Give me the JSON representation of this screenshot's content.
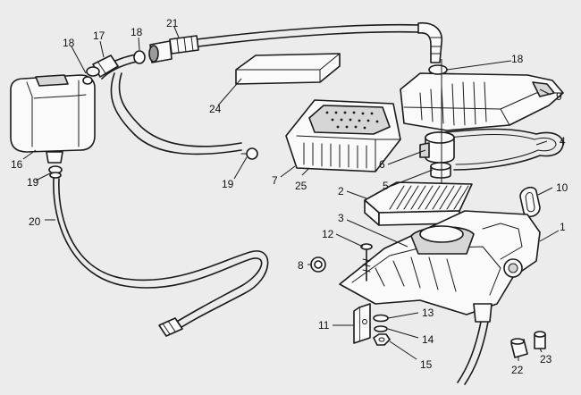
{
  "colors": {
    "background": "#ececec",
    "ink": "#1a1a1a"
  },
  "callouts": [
    {
      "id": "c1",
      "text": "1"
    },
    {
      "id": "c2",
      "text": "2"
    },
    {
      "id": "c3",
      "text": "3"
    },
    {
      "id": "c4",
      "text": "4"
    },
    {
      "id": "c5",
      "text": "5"
    },
    {
      "id": "c6",
      "text": "6"
    },
    {
      "id": "c7",
      "text": "7"
    },
    {
      "id": "c8",
      "text": "8"
    },
    {
      "id": "c9",
      "text": "9"
    },
    {
      "id": "c10",
      "text": "10"
    },
    {
      "id": "c11",
      "text": "11"
    },
    {
      "id": "c12",
      "text": "12"
    },
    {
      "id": "c13",
      "text": "13"
    },
    {
      "id": "c14",
      "text": "14"
    },
    {
      "id": "c15",
      "text": "15"
    },
    {
      "id": "c16",
      "text": "16"
    },
    {
      "id": "c17",
      "text": "17"
    },
    {
      "id": "c18a",
      "text": "18"
    },
    {
      "id": "c18b",
      "text": "18"
    },
    {
      "id": "c18c",
      "text": "18"
    },
    {
      "id": "c19a",
      "text": "19"
    },
    {
      "id": "c19b",
      "text": "19"
    },
    {
      "id": "c20",
      "text": "20"
    },
    {
      "id": "c21",
      "text": "21"
    },
    {
      "id": "c22",
      "text": "22"
    },
    {
      "id": "c23",
      "text": "23"
    },
    {
      "id": "c24",
      "text": "24"
    },
    {
      "id": "c25",
      "text": "25"
    }
  ]
}
